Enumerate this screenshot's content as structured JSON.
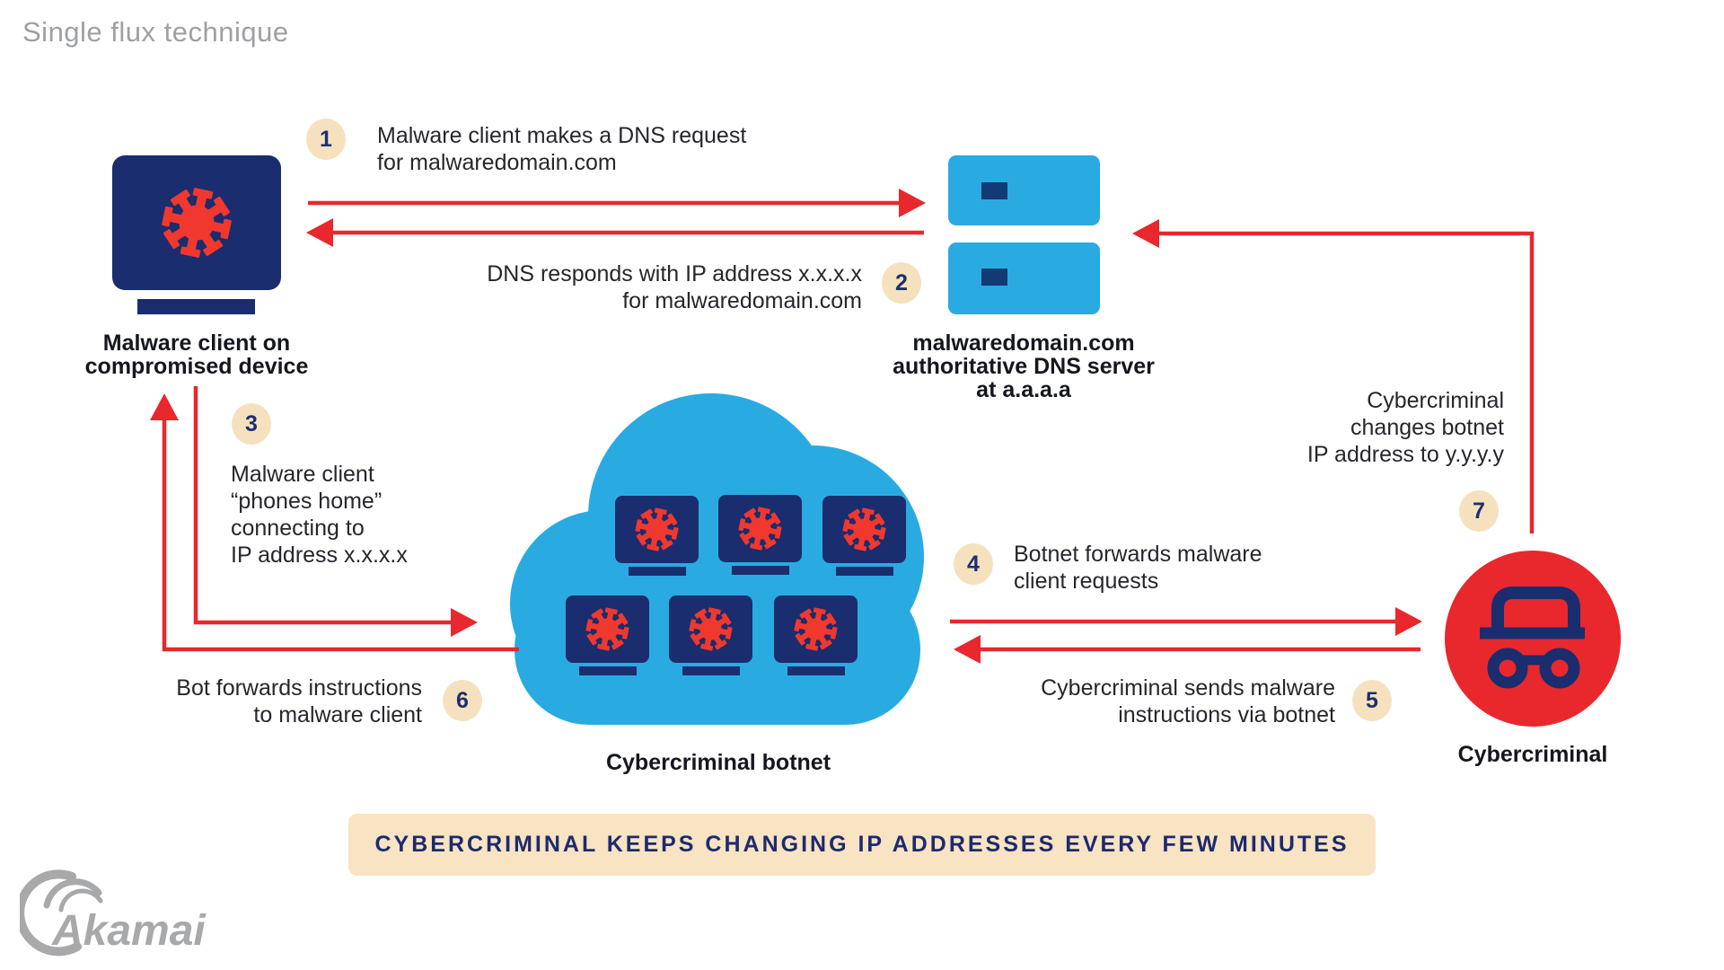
{
  "title": "Single flux technique",
  "steps": [
    {
      "num": "1",
      "text": "Malware client makes a DNS request\nfor malwaredomain.com"
    },
    {
      "num": "2",
      "text": "DNS responds with IP address x.x.x.x\nfor malwaredomain.com"
    },
    {
      "num": "3",
      "text": "Malware client\n“phones home”\nconnecting to\nIP address x.x.x.x"
    },
    {
      "num": "4",
      "text": "Botnet forwards malware\nclient requests"
    },
    {
      "num": "5",
      "text": "Cybercriminal sends malware\ninstructions via botnet"
    },
    {
      "num": "6",
      "text": "Bot forwards instructions\nto malware client"
    },
    {
      "num": "7",
      "text": "Cybercriminal\nchanges botnet\nIP address to y.y.y.y"
    }
  ],
  "nodes": {
    "client": {
      "label": "Malware client on\ncompromised device",
      "icon": "virus-monitor-icon"
    },
    "dns": {
      "label": "malwaredomain.com\nauthoritative DNS server\nat a.a.a.a",
      "icon": "server-icon"
    },
    "botnet": {
      "label": "Cybercriminal botnet",
      "icon": "cloud-botnet-icon"
    },
    "criminal": {
      "label": "Cybercriminal",
      "icon": "incognito-icon"
    }
  },
  "banner": {
    "text": "CYBERCRIMINAL KEEPS CHANGING IP ADDRESSES EVERY FEW MINUTES"
  },
  "logo": {
    "text": "Akamai"
  },
  "colors": {
    "navy": "#1a2d6e",
    "light_blue": "#29abe2",
    "red": "#e8282d",
    "virus_red": "#f0382e",
    "badge_bg": "#f6e1be",
    "banner_bg": "#f8e3c2",
    "title_gray": "#9da0a5",
    "logo_gray": "#a8a9ab",
    "text_dark": "#26272d"
  }
}
